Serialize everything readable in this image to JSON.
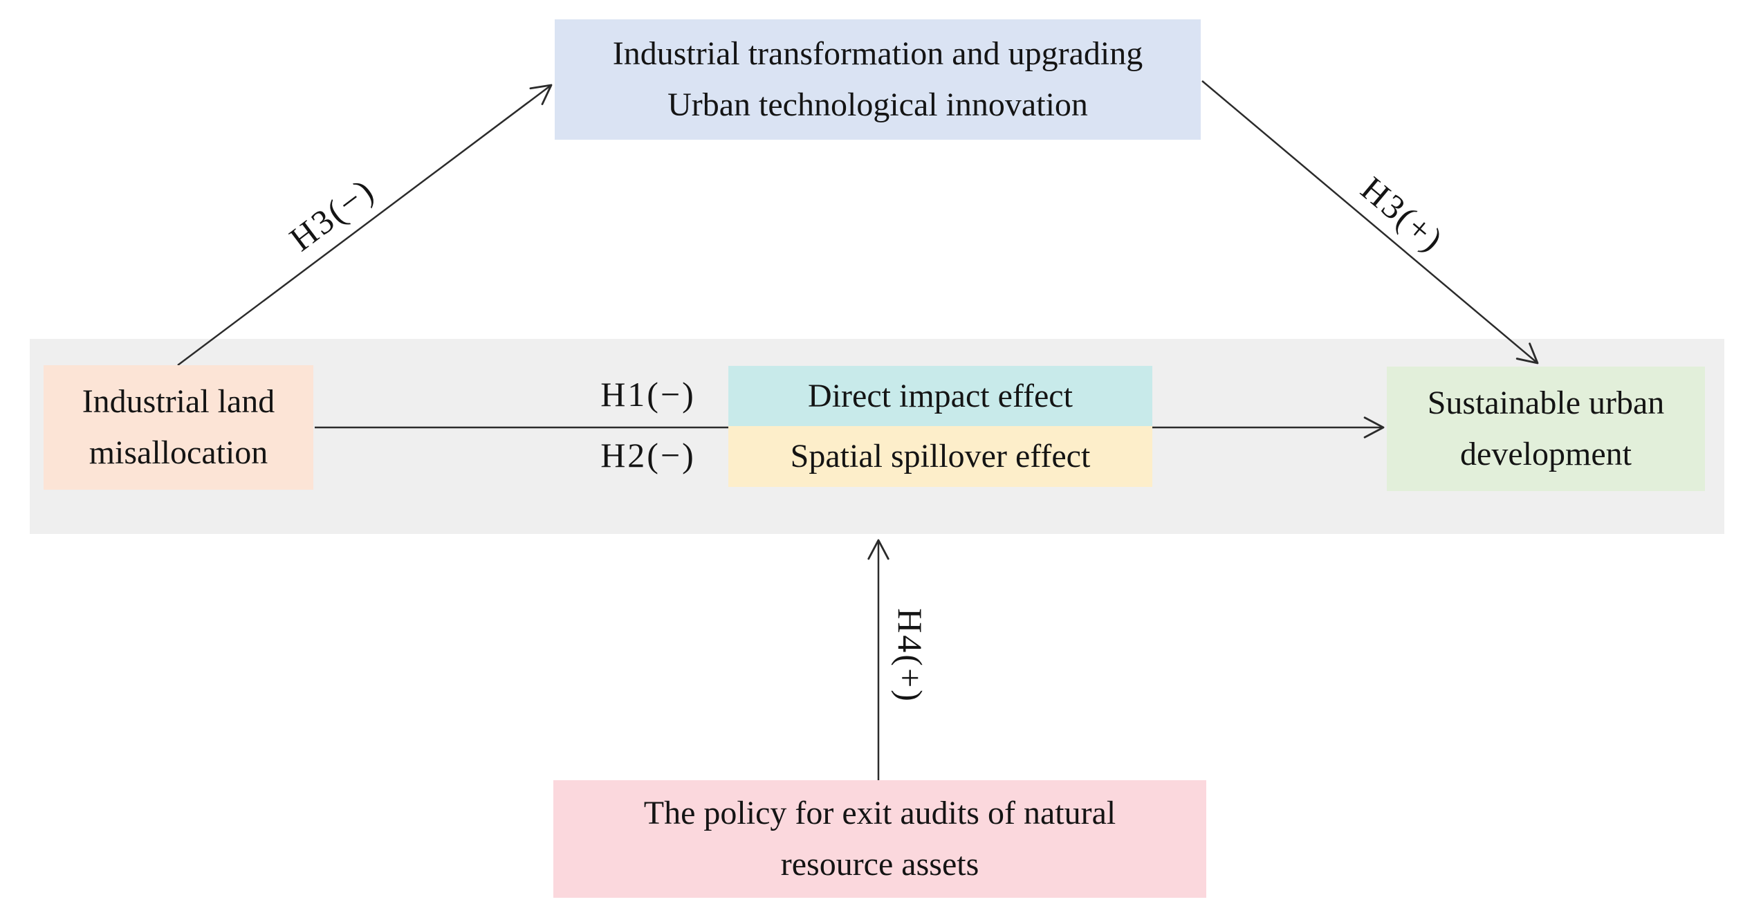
{
  "diagram": {
    "nodes": {
      "mediator": {
        "lines": [
          "Industrial transformation and upgrading",
          "Urban technological innovation"
        ],
        "bg": "#dae3f3"
      },
      "independent": {
        "lines": [
          "Industrial land",
          "misallocation"
        ],
        "bg": "#fce4d6"
      },
      "direct_effect": {
        "label": "Direct impact effect",
        "bg": "#c8eaea"
      },
      "spillover_effect": {
        "label": "Spatial spillover effect",
        "bg": "#fdeeca"
      },
      "dependent": {
        "lines": [
          "Sustainable urban",
          "development"
        ],
        "bg": "#e2efda"
      },
      "policy": {
        "lines": [
          "The policy for exit audits of natural",
          "resource assets"
        ],
        "bg": "#fbd8dd"
      }
    },
    "hypothesis_labels": {
      "h1": "H1(−)",
      "h2": "H2(−)",
      "h3_left": "H3(−)",
      "h3_right": "H3(+)",
      "h4": "H4(+)"
    },
    "colors": {
      "band_background": "#efefef",
      "arrow": "#2b2b2b",
      "text": "#141414"
    }
  }
}
